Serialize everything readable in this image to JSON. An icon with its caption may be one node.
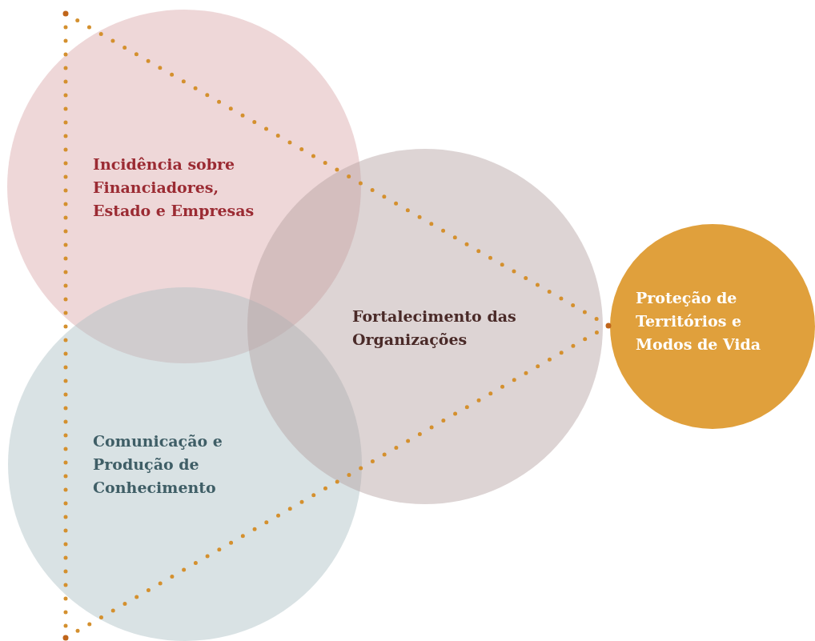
{
  "diagram": {
    "nodes": [
      {
        "text": [
          "Incidência sobre Financiadores, Estado e Empresas"
        ]
      },
      {
        "text": [
          "Fortalecimento das Organizações"
        ]
      },
      {
        "text": [
          "Comunicação e Produção de Conhecimento"
        ]
      },
      {
        "text": [
          "Proteção de Territórios e Modos de Vida"
        ]
      }
    ]
  }
}
